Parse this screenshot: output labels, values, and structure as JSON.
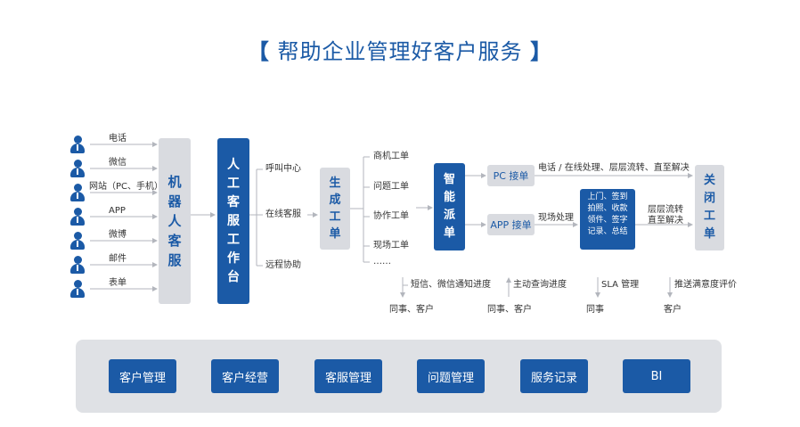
{
  "title": {
    "left_bracket": "【",
    "text": "帮助企业管理好客户服务",
    "right_bracket": "】"
  },
  "channels": [
    "电话",
    "微信",
    "网站（PC、手机）",
    "APP",
    "微博",
    "邮件",
    "表单"
  ],
  "robot_service": [
    "机",
    "器",
    "人",
    "客",
    "服"
  ],
  "workbench": [
    "人",
    "工",
    "客",
    "服",
    "工",
    "作",
    "台"
  ],
  "service_modes": [
    "呼叫中心",
    "在线客服",
    "远程协助"
  ],
  "generate_ticket": [
    "生",
    "成",
    "工",
    "单"
  ],
  "ticket_types": [
    "商机工单",
    "问题工单",
    "协作工单",
    "现场工单",
    "……"
  ],
  "smart_dispatch": [
    "智",
    "能",
    "派",
    "单"
  ],
  "pc_receive": "PC 接单",
  "app_receive": "APP 接单",
  "pc_flow_label": "电话 / 在线处理、层层流转、直至解决",
  "app_flow_label": "现场处理",
  "field_tasks": [
    "上门、签到",
    "拍照、收款",
    "领件、签字",
    "记录、总结"
  ],
  "escalate_label": [
    "层层流转",
    "直至解决"
  ],
  "close_ticket": [
    "关",
    "闭",
    "工",
    "单"
  ],
  "notes": [
    {
      "label": "短信、微信通知进度",
      "target": "同事、客户"
    },
    {
      "label": "主动查询进度",
      "target": "同事、客户"
    },
    {
      "label": "SLA 管理",
      "target": "同事"
    },
    {
      "label": "推送满意度评价",
      "target": "客户"
    }
  ],
  "modules": [
    "客户管理",
    "客户经营",
    "客服管理",
    "问题管理",
    "服务记录",
    "BI"
  ],
  "colors": {
    "primary": "#1b5aa6",
    "box_gray": "#d9dbe0",
    "panel_gray": "#dfe1e5",
    "arrow": "#b3b6bd"
  }
}
